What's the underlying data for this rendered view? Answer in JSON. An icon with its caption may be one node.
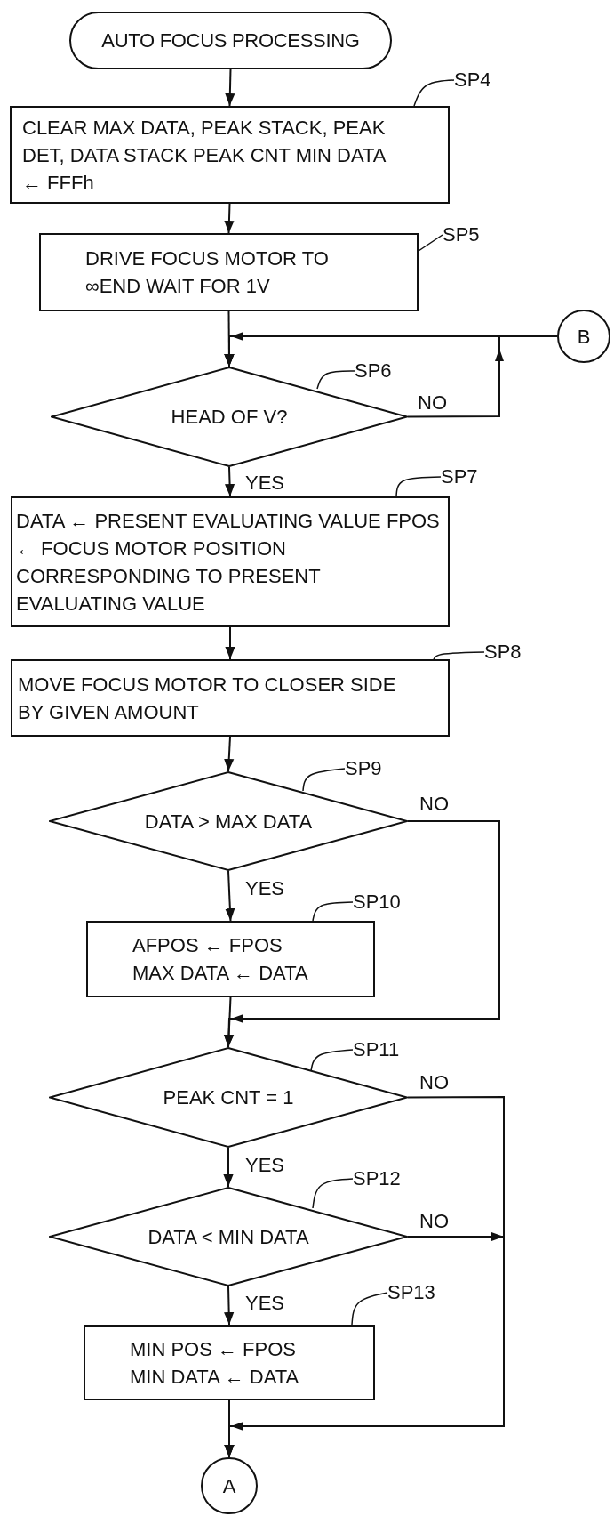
{
  "diagram": {
    "nodes": [
      {
        "text": [
          "AUTO FOCUS PROCESSING"
        ]
      },
      {
        "text": [
          "CLEAR MAX DATA, PEAK STACK, PEAK DET, DATA STACK PEAK CNT MIN DATA ← FFFh"
        ]
      },
      {
        "text": [
          "DRIVE FOCUS MOTOR TO ∞END WAIT FOR 1V"
        ]
      },
      {
        "text": [
          "B"
        ]
      },
      {
        "text": [
          "HEAD OF V?"
        ]
      },
      {
        "text": [
          "DATA ← PRESENT EVALUATING VALUE FPOS ← FOCUS MOTOR POSITION CORRESPONDING TO PRESENT EVALUATING VALUE"
        ]
      },
      {
        "text": [
          "MOVE FOCUS MOTOR TO CLOSER SIDE BY GIVEN AMOUNT"
        ]
      },
      {
        "text": [
          "DATA > MAX DATA"
        ]
      },
      {
        "text": [
          "AFPOS ← FPOS MAX DATA ← DATA"
        ]
      },
      {
        "text": [
          "PEAK CNT = 1"
        ]
      },
      {
        "text": [
          "DATA < MIN DATA"
        ]
      },
      {
        "text": [
          "MIN POS ← FPOS MIN DATA ← DATA"
        ]
      },
      {
        "text": [
          "A"
        ]
      },
      {
        "text": [
          "SP4"
        ]
      },
      {
        "text": [
          "SP5"
        ]
      },
      {
        "text": [
          "SP6"
        ]
      },
      {
        "text": [
          "SP7"
        ]
      },
      {
        "text": [
          "SP8"
        ]
      },
      {
        "text": [
          "SP9"
        ]
      },
      {
        "text": [
          "SP10"
        ]
      },
      {
        "text": [
          "SP11"
        ]
      },
      {
        "text": [
          "SP12"
        ]
      },
      {
        "text": [
          "SP13"
        ]
      }
    ],
    "edges": [
      {
        "from": 0,
        "to": 1,
        "arrow": "to"
      },
      {
        "from": 1,
        "to": 2,
        "arrow": "to"
      },
      {
        "from": 2,
        "to": 4,
        "arrow": "to"
      },
      {
        "from": 3,
        "to": 4,
        "arrow": "to"
      },
      {
        "from": 4,
        "to": 4,
        "arrow": "to",
        "label": "NO"
      },
      {
        "from": 4,
        "to": 5,
        "arrow": "to",
        "label": "YES"
      },
      {
        "from": 5,
        "to": 6,
        "arrow": "to"
      },
      {
        "from": 6,
        "to": 7,
        "arrow": "to"
      },
      {
        "from": 7,
        "to": 8,
        "arrow": "to",
        "label": "YES"
      },
      {
        "from": 7,
        "to": 9,
        "arrow": "to",
        "label": "NO"
      },
      {
        "from": 8,
        "to": 9,
        "arrow": "to"
      },
      {
        "from": 9,
        "to": 10,
        "arrow": "to",
        "label": "YES"
      },
      {
        "from": 9,
        "to": 12,
        "arrow": "to",
        "label": "NO"
      },
      {
        "from": 10,
        "to": 12,
        "arrow": "to",
        "label": "NO"
      },
      {
        "from": 10,
        "to": 11,
        "arrow": "to",
        "label": "YES"
      },
      {
        "from": 11,
        "to": 12,
        "arrow": "to"
      },
      {
        "from": 13,
        "to": 1,
        "arrow": "none"
      },
      {
        "from": 14,
        "to": 2,
        "arrow": "none"
      },
      {
        "from": 15,
        "to": 4,
        "arrow": "none"
      },
      {
        "from": 16,
        "to": 5,
        "arrow": "none"
      },
      {
        "from": 17,
        "to": 6,
        "arrow": "none"
      },
      {
        "from": 18,
        "to": 7,
        "arrow": "none"
      },
      {
        "from": 19,
        "to": 8,
        "arrow": "none"
      },
      {
        "from": 20,
        "to": 9,
        "arrow": "none"
      },
      {
        "from": 21,
        "to": 10,
        "arrow": "none"
      },
      {
        "from": 22,
        "to": 11,
        "arrow": "none"
      }
    ]
  }
}
